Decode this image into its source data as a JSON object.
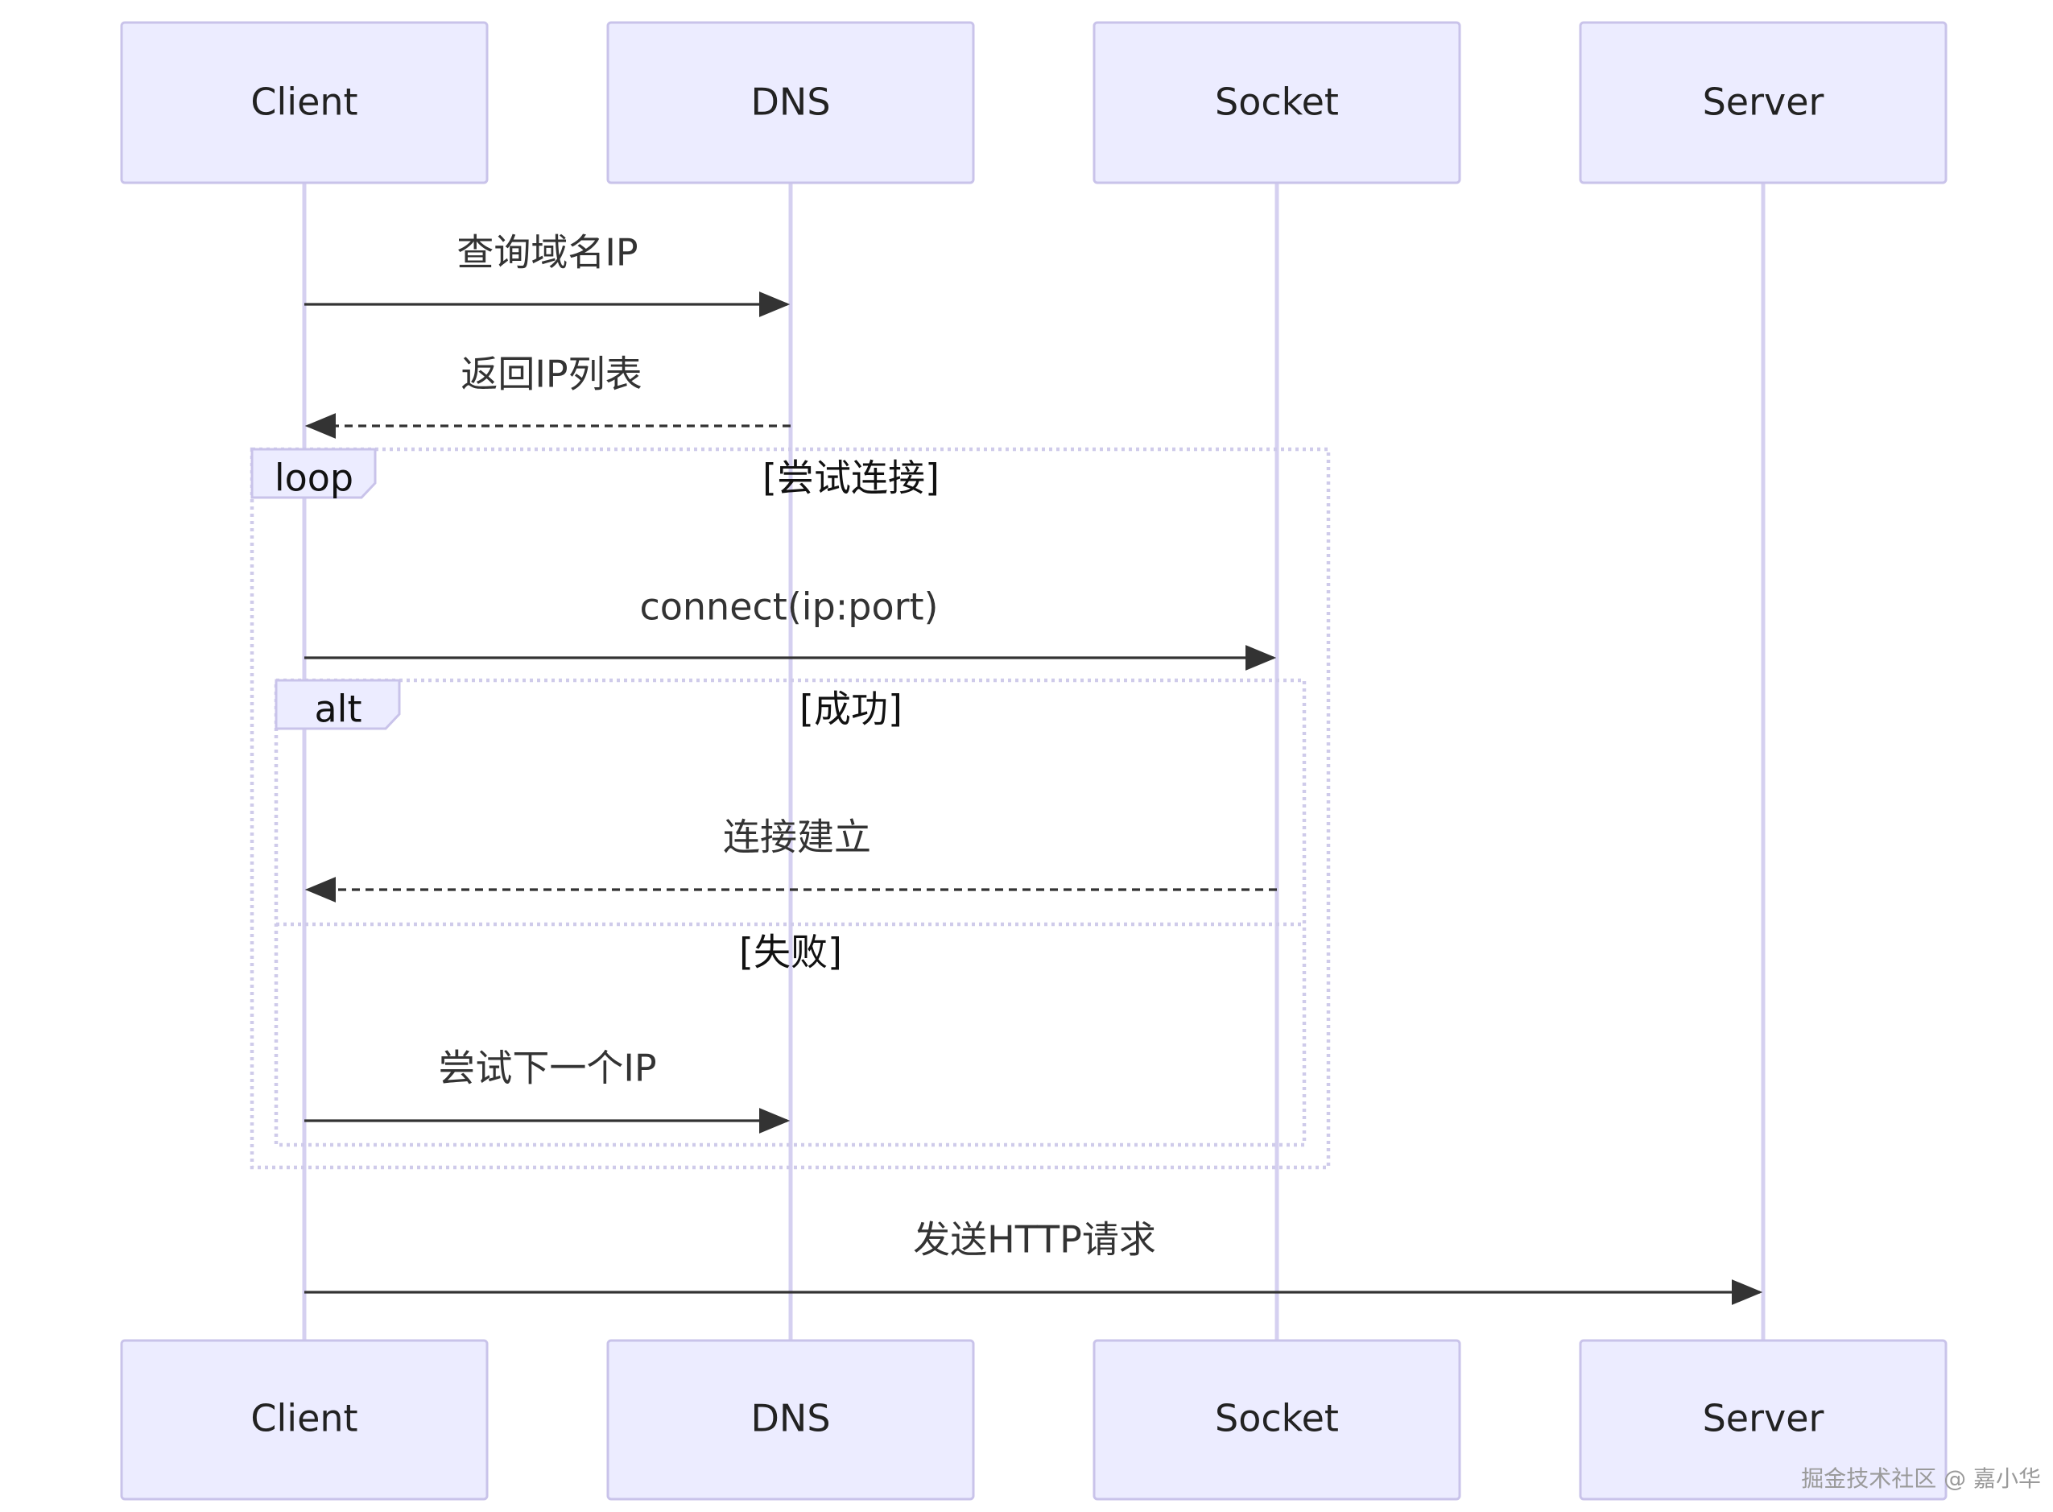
{
  "actors": [
    "Client",
    "DNS",
    "Socket",
    "Server"
  ],
  "messages": [
    {
      "from": 0,
      "to": 1,
      "label": "查询域名IP",
      "style": "solid"
    },
    {
      "from": 1,
      "to": 0,
      "label": "返回IP列表",
      "style": "dashed"
    },
    {
      "from": 0,
      "to": 2,
      "label": "connect(ip:port)",
      "style": "solid"
    },
    {
      "from": 2,
      "to": 0,
      "label": "连接建立",
      "style": "dashed"
    },
    {
      "from": 0,
      "to": 1,
      "label": "尝试下一个IP",
      "style": "solid"
    },
    {
      "from": 0,
      "to": 3,
      "label": "发送HTTP请求",
      "style": "solid"
    }
  ],
  "fragments": {
    "loop": {
      "tag": "loop",
      "condition": "[尝试连接]"
    },
    "alt": {
      "tag": "alt",
      "condition": "[成功]",
      "else_condition": "[失败]"
    }
  },
  "watermark": "掘金技术社区 @ 嘉小华",
  "colors": {
    "actor_fill": "#ECECFF",
    "actor_stroke": "#C9C3EA",
    "lifeline": "#D5D0F0",
    "arrow": "#333333"
  }
}
